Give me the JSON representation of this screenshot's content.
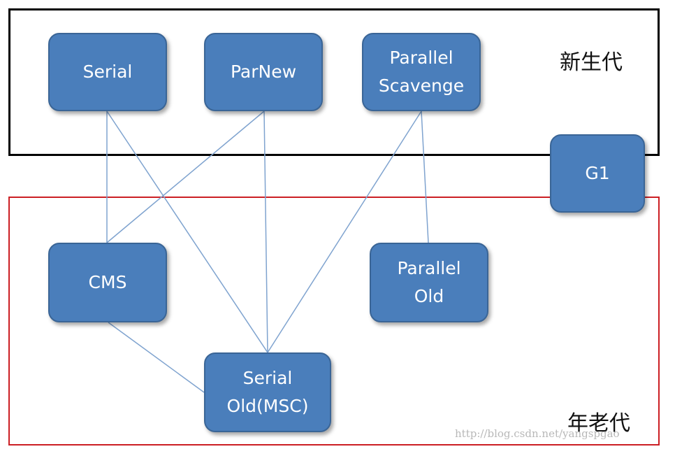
{
  "regions": {
    "young": {
      "label": "新生代",
      "border_color": "#000000"
    },
    "old": {
      "label": "年老代",
      "border_color": "#cc1f24"
    }
  },
  "collectors": {
    "serial": "Serial",
    "parnew": "ParNew",
    "parallel_scavenge": "Parallel\nScavenge",
    "g1": "G1",
    "cms": "CMS",
    "parallel_old": "Parallel\nOld",
    "serial_old": "Serial\nOld(MSC)"
  },
  "connections": [
    [
      "Serial",
      "CMS"
    ],
    [
      "Serial",
      "Serial Old(MSC)"
    ],
    [
      "ParNew",
      "CMS"
    ],
    [
      "ParNew",
      "Serial Old(MSC)"
    ],
    [
      "Parallel Scavenge",
      "Serial Old(MSC)"
    ],
    [
      "Parallel Scavenge",
      "Parallel Old"
    ],
    [
      "CMS",
      "Serial Old(MSC)"
    ]
  ],
  "colors": {
    "box_fill": "#4a7ebb",
    "box_border": "#3a6596",
    "connector": "#7fa3cf"
  },
  "watermark": "http://blog.csdn.net/yangspgao"
}
